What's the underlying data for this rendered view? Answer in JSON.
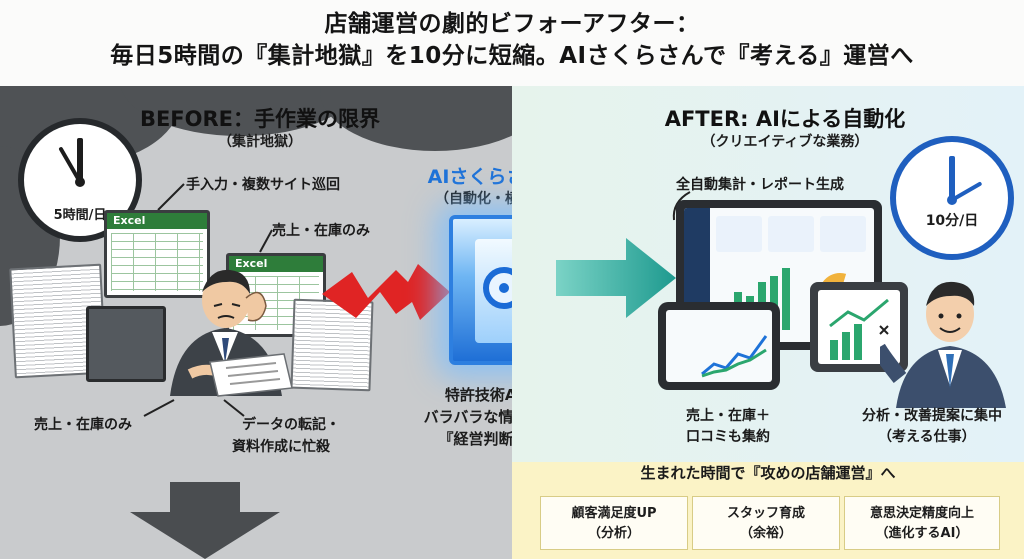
{
  "title": {
    "line1": "店舗運営の劇的ビフォーアフター：",
    "line2": "毎日5時間の『集計地獄』を10分に短縮。AIさくらさんで『考える』運営へ"
  },
  "before": {
    "heading": "BEFORE：手作業の限界",
    "subheading": "（集計地獄）",
    "clock_label": "5時間/日",
    "label_manual": "手入力・複数サイト巡回",
    "label_sales_top": "売上・在庫のみ",
    "label_sales_bottom": "売上・在庫のみ",
    "label_data_line1": "データの転記・",
    "label_data_line2": "資料作成に忙殺",
    "excel_label_1": "Excel",
    "excel_label_2": "Excel"
  },
  "center": {
    "heading": "AIさくらさん導入",
    "subheading": "（自動化・横断集計）",
    "desc_line1": "特許技術AI基盤が",
    "desc_line2": "バラバラな情報を瞬時に",
    "desc_line3": "『経営判断資料』へ"
  },
  "after": {
    "heading": "AFTER: AIによる自動化",
    "subheading": "（クリエイティブな業務）",
    "clock_label": "10分/日",
    "label_auto": "全自動集計・レポート生成",
    "label_sales_line1": "売上・在庫＋",
    "label_sales_line2": "口コミも集約",
    "label_focus_line1": "分析・改善提案に集中",
    "label_focus_line2": "（考える仕事）"
  },
  "benefits": {
    "title": "生まれた時間で『攻めの店舗運営』へ",
    "items": [
      {
        "line1": "顧客満足度UP",
        "line2": "（分析）"
      },
      {
        "line1": "スタッフ育成",
        "line2": "（余裕）"
      },
      {
        "line1": "意思決定精度向上",
        "line2": "（進化するAI）"
      }
    ]
  },
  "colors": {
    "red_arrow": "#e02424",
    "teal_arrow": "#2bb3a8",
    "ai_blue": "#1e72d8",
    "gold": "#f5dc7a"
  }
}
